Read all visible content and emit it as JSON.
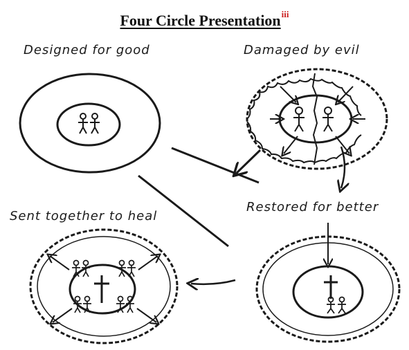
{
  "title": {
    "text": "Four Circle Presentation",
    "superscript": "iii",
    "superscript_color": "#cc2222"
  },
  "circles": [
    {
      "label": "Designed for good"
    },
    {
      "label": "Damaged by evil"
    },
    {
      "label": "Sent together to heal"
    },
    {
      "label": "Restored for better"
    }
  ]
}
